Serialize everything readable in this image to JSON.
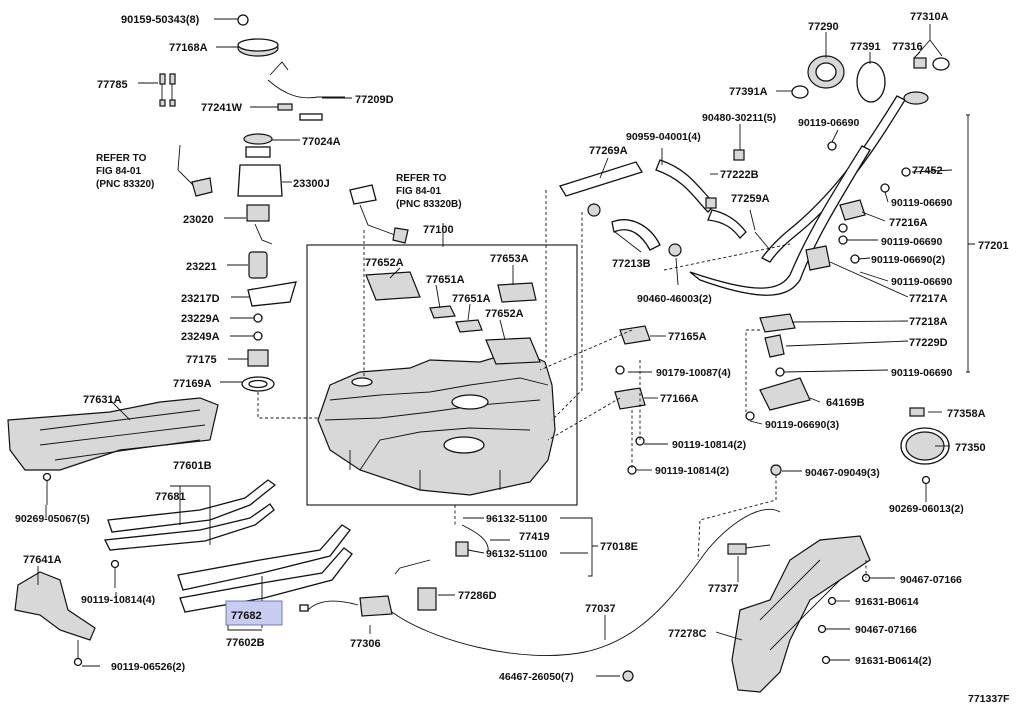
{
  "diagram_ref": "771337F",
  "refer_notes": [
    {
      "lines": [
        "REFER TO",
        "FIG 84-01",
        "(PNC 83320)"
      ]
    },
    {
      "lines": [
        "REFER TO",
        "FIG 84-01",
        "(PNC 83320B)"
      ]
    }
  ],
  "parts": {
    "p90159": "90159-50343(8)",
    "p77168A": "77168A",
    "p77785": "77785",
    "p77241W": "77241W",
    "p77209D": "77209D",
    "p77024A": "77024A",
    "p23300J": "23300J",
    "p23020": "23020",
    "p23221": "23221",
    "p23217D": "23217D",
    "p23229A": "23229A",
    "p23249A": "23249A",
    "p77175": "77175",
    "p77169A": "77169A",
    "p77631A": "77631A",
    "p77601B": "77601B",
    "p77681": "77681",
    "p90269_05067": "90269-05067(5)",
    "p77641A": "77641A",
    "p90119_10814_4": "90119-10814(4)",
    "p90119_06526": "90119-06526(2)",
    "p77682": "77682",
    "p77602B": "77602B",
    "p77306": "77306",
    "p77100": "77100",
    "p77652A_1": "77652A",
    "p77651A_1": "77651A",
    "p77653A": "77653A",
    "p77651A_2": "77651A",
    "p77652A_2": "77652A",
    "p77165A": "77165A",
    "p90179": "90179-10087(4)",
    "p77166A": "77166A",
    "p90119_10814_2a": "90119-10814(2)",
    "p90119_10814_2b": "90119-10814(2)",
    "p96132_a": "96132-51100",
    "p77419": "77419",
    "p96132_b": "96132-51100",
    "p77018E": "77018E",
    "p77286D": "77286D",
    "p77037": "77037",
    "p46467": "46467-26050(7)",
    "p77269A": "77269A",
    "p90959": "90959-04001(4)",
    "p90480": "90480-30211(5)",
    "p77222B": "77222B",
    "p77259A": "77259A",
    "p77213B": "77213B",
    "p90460": "90460-46003(2)",
    "p77290": "77290",
    "p77391": "77391",
    "p77391A": "77391A",
    "p77316": "77316",
    "p77310A": "77310A",
    "p90119_06690_a": "90119-06690",
    "p77452": "77452",
    "p90119_06690_b": "90119-06690",
    "p77216A": "77216A",
    "p90119_06690_c": "90119-06690",
    "p90119_06690_2": "90119-06690(2)",
    "p77201": "77201",
    "p90119_06690_d": "90119-06690",
    "p77217A": "77217A",
    "p77218A": "77218A",
    "p77229D": "77229D",
    "p90119_06690_e": "90119-06690",
    "p64169B": "64169B",
    "p90119_06690_3": "90119-06690(3)",
    "p77358A": "77358A",
    "p77350": "77350",
    "p90467_09049": "90467-09049(3)",
    "p90269_06013": "90269-06013(2)",
    "p77377": "77377",
    "p90467_07166_a": "90467-07166",
    "p91631_B0614": "91631-B0614",
    "p77278C": "77278C",
    "p90467_07166_b": "90467-07166",
    "p91631_B0614_2": "91631-B0614(2)"
  }
}
